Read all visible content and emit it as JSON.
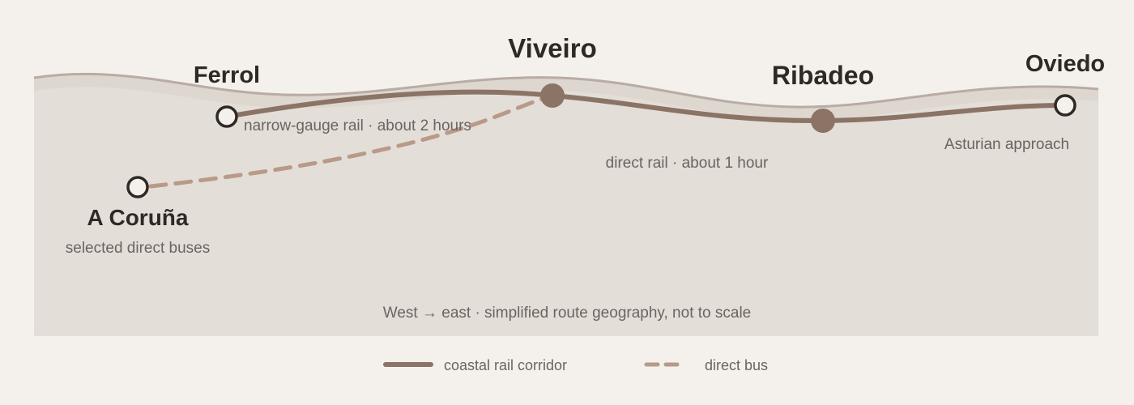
{
  "colors": {
    "background": "#f4f1ec",
    "land": "#e3ded8",
    "coast_band": "#d9d1c9",
    "coastline": "#b8aca4",
    "rail": "#8b7366",
    "bus": "#b99a88",
    "major_stop": "#8b7366",
    "terminal_ring": "#2e2925",
    "text_dark": "#2e2925",
    "text_muted": "#6b6460"
  },
  "cities": {
    "ferrol": "Ferrol",
    "viveiro": "Viveiro",
    "ribadeo": "Ribadeo",
    "oviedo": "Oviedo",
    "a_coruna": "A Coruña"
  },
  "notes": {
    "ferrol_viveiro": "narrow-gauge rail · about 2 hours",
    "viveiro_ribadeo": "direct rail · about 1 hour",
    "oviedo": "Asturian approach",
    "a_coruna": "selected direct buses",
    "footer": "West → east · simplified route geography, not to scale"
  },
  "legend": {
    "rail": "coastal rail corridor",
    "bus": "direct bus"
  }
}
